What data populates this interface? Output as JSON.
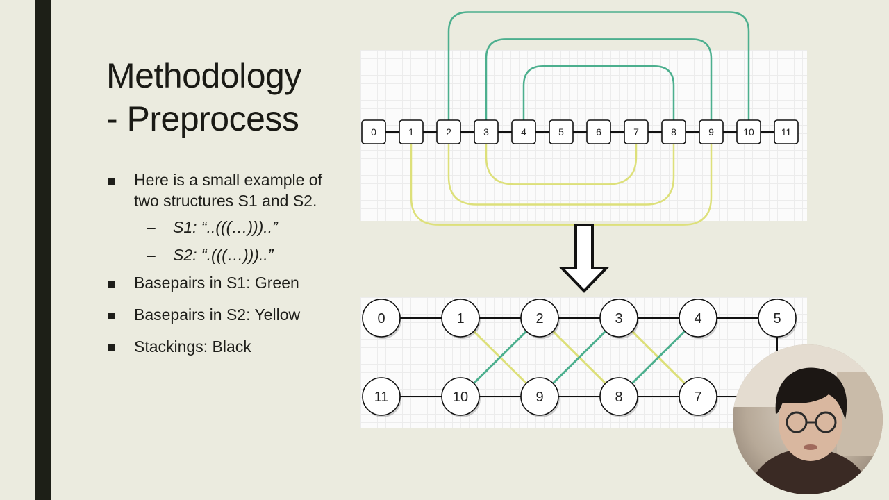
{
  "slide": {
    "title_line1": "Methodology",
    "title_line2": "- Preprocess",
    "bullets": [
      {
        "text": "Here is a small example of two structures S1 and S2."
      },
      {
        "text": "Basepairs in S1: Green"
      },
      {
        "text": "Basepairs in S2: Yellow"
      },
      {
        "text": "Stackings: Black"
      }
    ],
    "sub_bullets": [
      {
        "dash": "–",
        "text": "S1: “..(((…)))..”"
      },
      {
        "dash": "–",
        "text": "S2: “.(((…)))..”"
      }
    ]
  },
  "linear_diagram": {
    "nodes": [
      "0",
      "1",
      "2",
      "3",
      "4",
      "5",
      "6",
      "7",
      "8",
      "9",
      "10",
      "11"
    ],
    "green_pairs": [
      [
        2,
        10
      ],
      [
        3,
        9
      ],
      [
        4,
        8
      ]
    ],
    "yellow_pairs": [
      [
        1,
        9
      ],
      [
        2,
        8
      ],
      [
        3,
        7
      ]
    ]
  },
  "graph_diagram": {
    "top_row": [
      "0",
      "1",
      "2",
      "3",
      "4",
      "5"
    ],
    "bottom_row": [
      "11",
      "10",
      "9",
      "8",
      "7"
    ],
    "green_edges": [
      [
        "10",
        "2"
      ],
      [
        "9",
        "3"
      ],
      [
        "8",
        "4"
      ]
    ],
    "yellow_edges": [
      [
        "1",
        "9"
      ],
      [
        "2",
        "8"
      ],
      [
        "3",
        "7"
      ]
    ]
  },
  "colors": {
    "green": "#4caf8e",
    "yellow": "#dde07a",
    "stack": "#111111",
    "sidebar": "#1d1f17",
    "background": "#ebebdf"
  },
  "webcam": {
    "icon": "presenter-video"
  }
}
